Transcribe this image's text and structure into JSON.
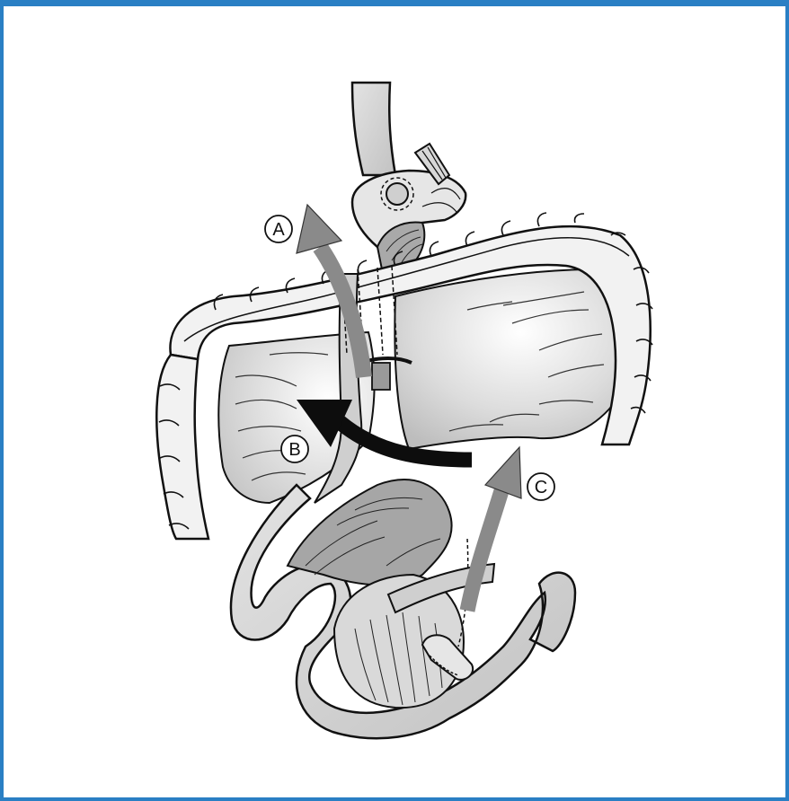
{
  "labels": {
    "a": "A",
    "b": "B",
    "c": "C"
  },
  "colors": {
    "frame_border": "#2a7fc4",
    "outline": "#111111",
    "organ_fill": "#d4d4d4",
    "organ_light": "#efefef",
    "arrow_gray": "#8a8a8a",
    "arrow_black": "#0d0d0d",
    "mesentery_fill": "#a8a8a8"
  },
  "icons": {
    "arrow_a": "curved-arrow-up-icon",
    "arrow_b": "curved-arrow-left-icon",
    "arrow_c": "curved-arrow-up-right-icon"
  }
}
